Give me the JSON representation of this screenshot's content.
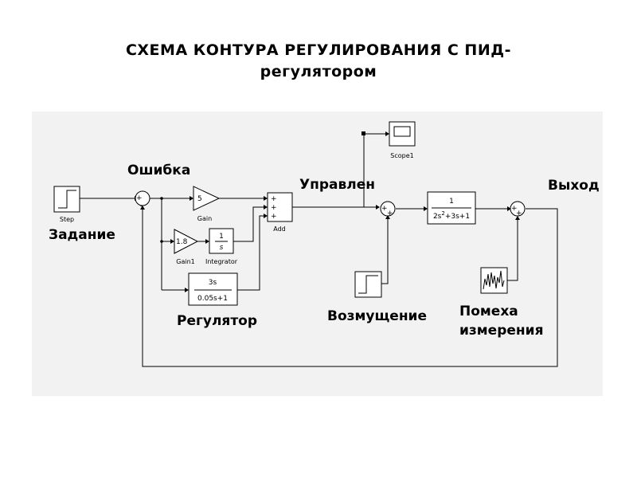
{
  "title": {
    "line1": "СХЕМА КОНТУРА РЕГУЛИРОВАНИЯ С  ПИД-",
    "line2": "регулятором"
  },
  "labels": {
    "error": "Ошибка",
    "control": "Управлен",
    "output": "Выход",
    "setpoint": "Задание",
    "regulator": "Регулятор",
    "disturbance": "Возмущение",
    "noise_line1": "Помеха",
    "noise_line2": "измерения"
  },
  "blocks": {
    "step": "Step",
    "gain": "Gain",
    "gain_value": "5",
    "gain1": "Gain1",
    "gain1_value": "1.8",
    "integrator": "Integrator",
    "integrator_num": "1",
    "integrator_den": "s",
    "add": "Add",
    "scope": "Scope1",
    "deriv_num": "3s",
    "deriv_den": "0.05s+1",
    "plant_num": "1",
    "plant_den_a": "2s",
    "plant_den_exp": "2",
    "plant_den_b": "+3s+1",
    "sum_plus": "+",
    "sum_minus": "-"
  }
}
